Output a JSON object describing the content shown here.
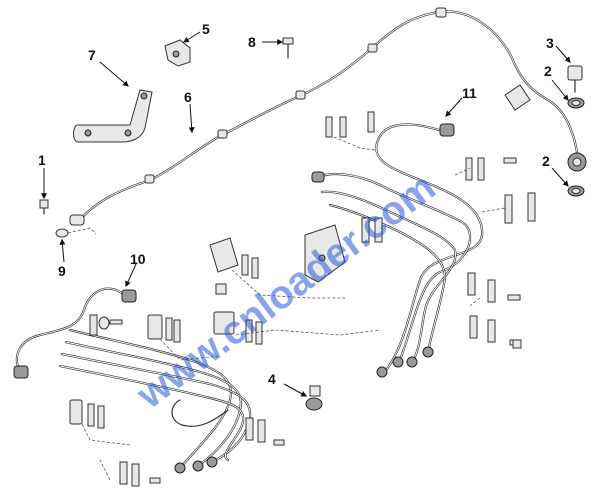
{
  "callouts": [
    {
      "id": "c1",
      "label": "1"
    },
    {
      "id": "c2a",
      "label": "2"
    },
    {
      "id": "c2b",
      "label": "2"
    },
    {
      "id": "c3",
      "label": "3"
    },
    {
      "id": "c4",
      "label": "4"
    },
    {
      "id": "c5",
      "label": "5"
    },
    {
      "id": "c6",
      "label": "6"
    },
    {
      "id": "c7",
      "label": "7"
    },
    {
      "id": "c8",
      "label": "8"
    },
    {
      "id": "c9",
      "label": "9"
    },
    {
      "id": "c10",
      "label": "10"
    },
    {
      "id": "c11",
      "label": "11"
    }
  ],
  "watermark": "www.cnloader.com",
  "colors": {
    "line": "#333333",
    "watermark": "#2a5bd7",
    "background": "#ffffff"
  }
}
